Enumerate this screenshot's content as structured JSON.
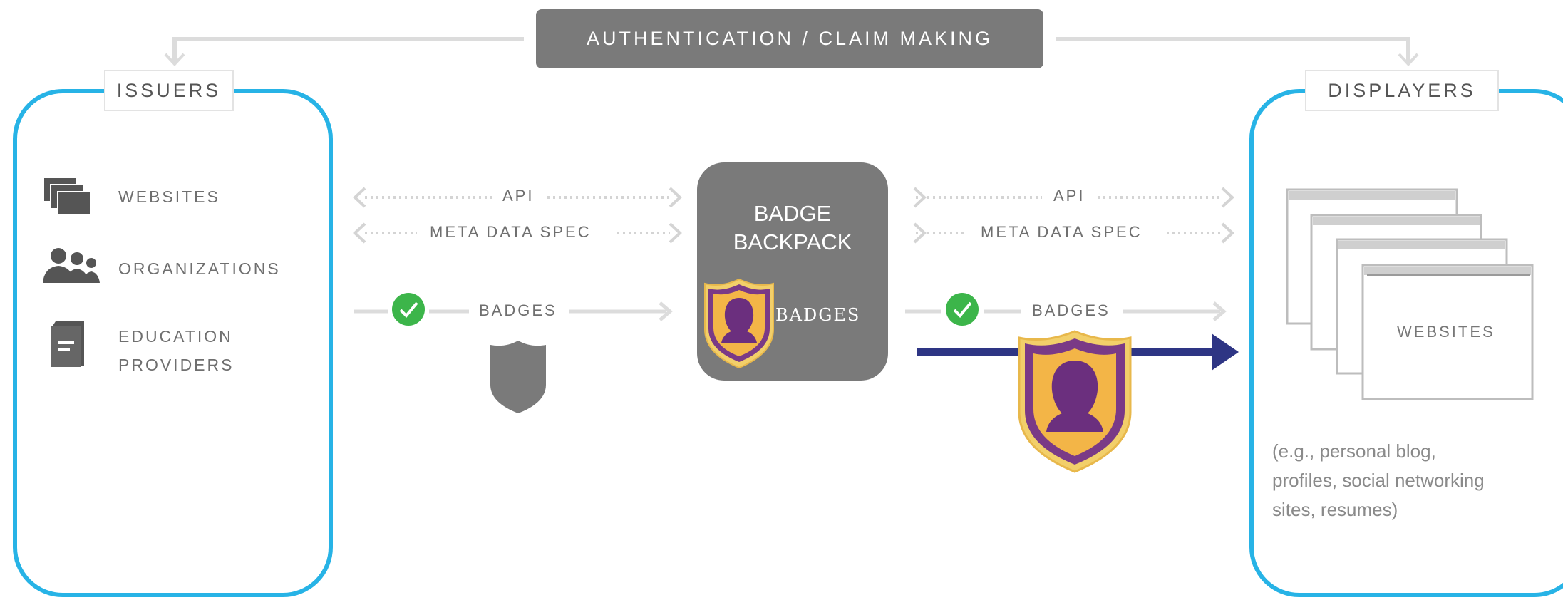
{
  "top_bar": {
    "label": "AUTHENTICATION / CLAIM MAKING"
  },
  "issuers": {
    "title": "ISSUERS",
    "items": [
      {
        "icon": "websites-icon",
        "label": "WEBSITES"
      },
      {
        "icon": "organizations-icon",
        "label": "ORGANIZATIONS"
      },
      {
        "icon": "education-providers-icon",
        "label_line1": "EDUCATION",
        "label_line2": "PROVIDERS"
      }
    ]
  },
  "left_flow": {
    "api": "API",
    "meta": "META DATA SPEC",
    "badges": "BADGES"
  },
  "backpack": {
    "title_line1": "BADGE",
    "title_line2": "BACKPACK",
    "badges": "BADGES"
  },
  "right_flow": {
    "api": "API",
    "meta": "META DATA SPEC",
    "badges": "BADGES"
  },
  "displayers": {
    "title": "DISPLAYERS",
    "window_label": "WEBSITES",
    "caption_line1": "(e.g., personal blog,",
    "caption_line2": "profiles, social networking",
    "caption_line3": "sites, resumes)"
  },
  "colors": {
    "panel_border": "#27b3e6",
    "box_gray": "#7a7a7a",
    "check_green": "#3cb54a",
    "arrow_navy": "#2e3584",
    "badge_purple": "#6b2f7e",
    "badge_gold": "#f0b43c"
  }
}
